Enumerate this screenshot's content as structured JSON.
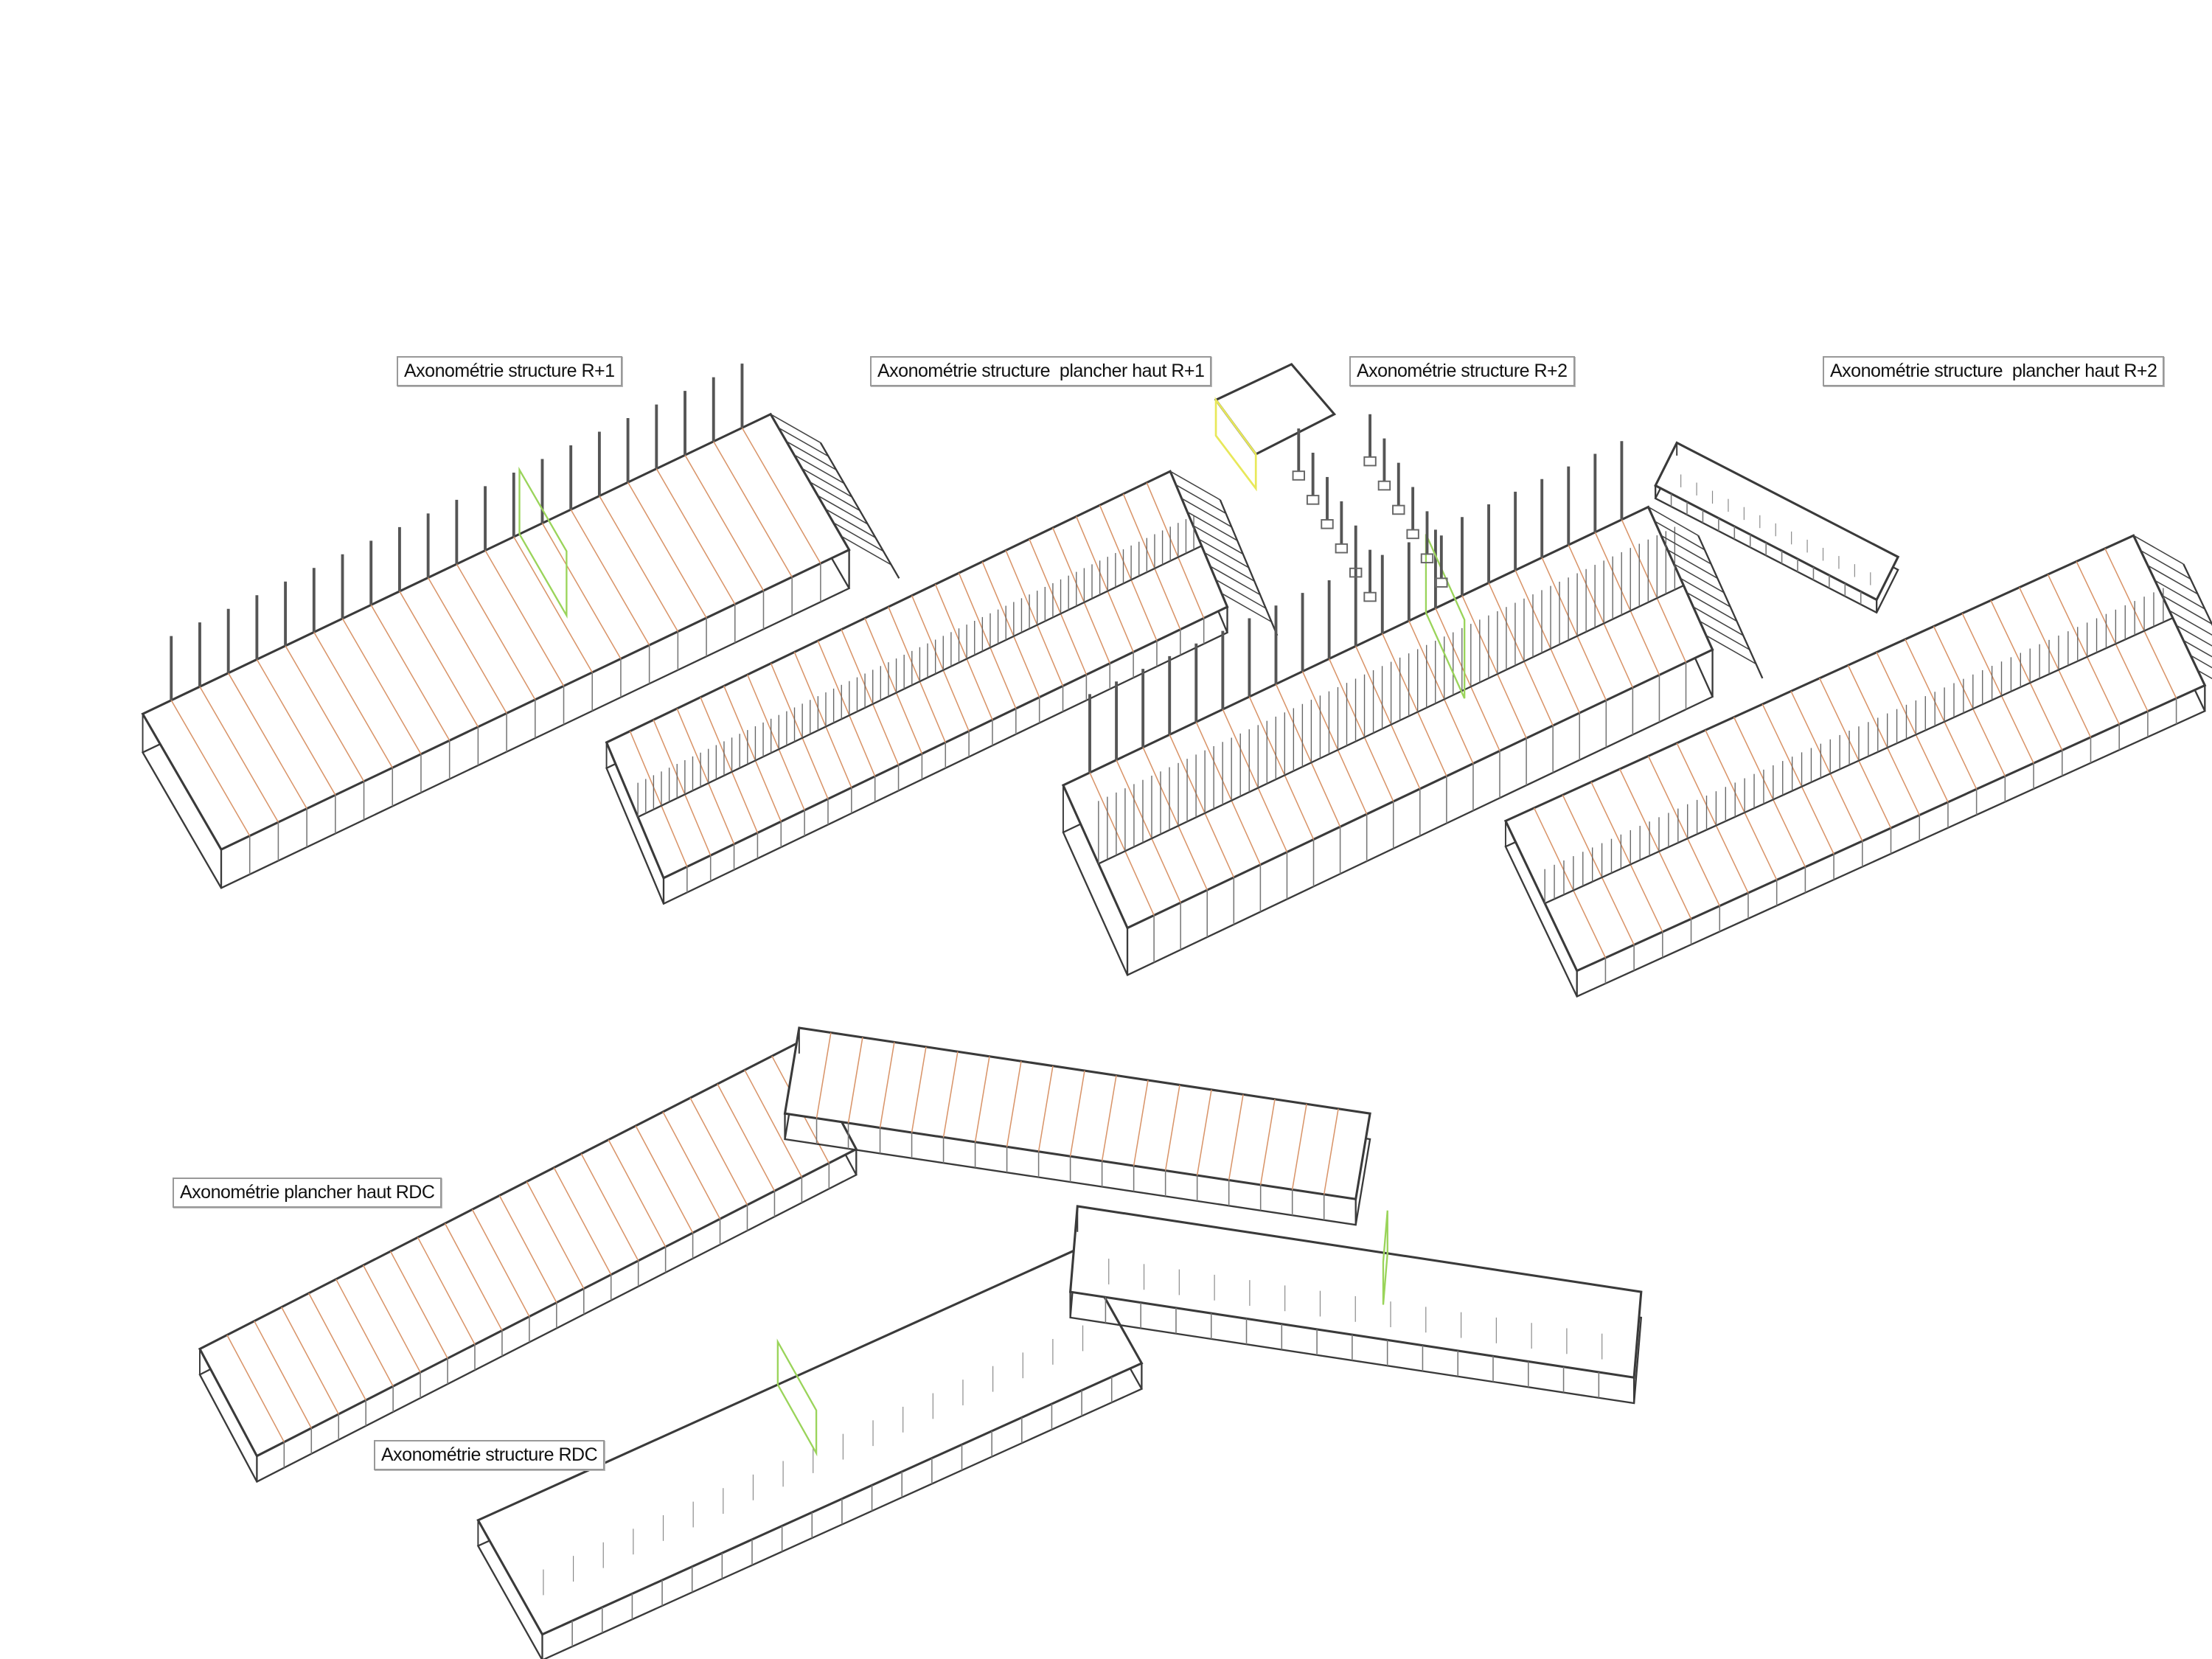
{
  "labels": {
    "structure_r1": "Axonométrie structure R+1",
    "plancher_haut_r1": "Axonométrie structure  plancher haut R+1",
    "structure_r2": "Axonométrie structure R+2",
    "plancher_haut_r2": "Axonométrie structure  plancher haut R+2",
    "plancher_haut_rdc": "Axonométrie plancher haut RDC",
    "structure_rdc": "Axonométrie structure RDC"
  },
  "colors": {
    "edge": "#3a3a3a",
    "column": "#555555",
    "rafter": "#d9956a",
    "accent_green": "#9ad45a",
    "accent_yellow": "#e8e85a",
    "label_border": "#999999"
  }
}
